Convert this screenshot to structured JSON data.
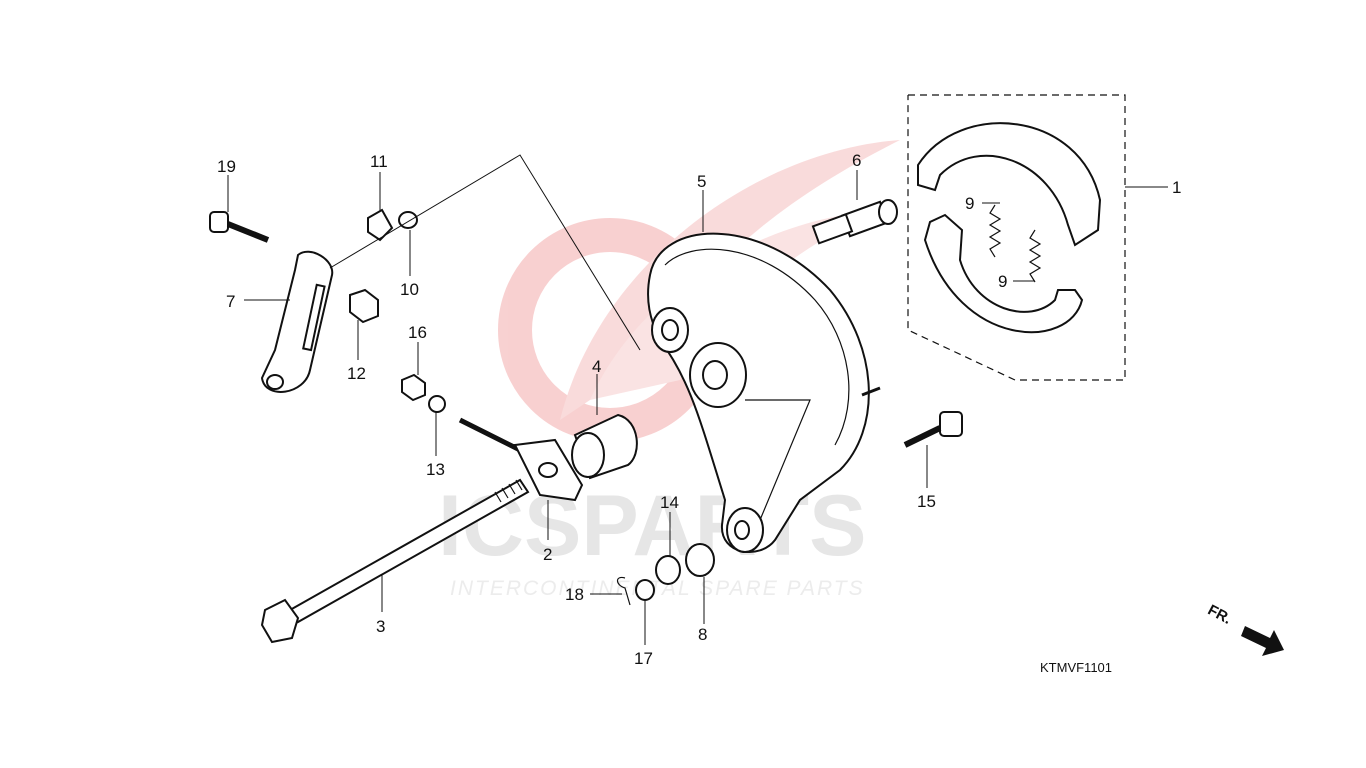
{
  "watermark": {
    "brand": "ICSPARTS",
    "tagline": "INTERCONTINENTAL SPARE PARTS"
  },
  "diagram_code": "KTMVF1101",
  "direction_label": "FR.",
  "callouts": {
    "c1": "1",
    "c2": "2",
    "c3": "3",
    "c4": "4",
    "c5": "5",
    "c6": "6",
    "c7": "7",
    "c8": "8",
    "c9a": "9",
    "c9b": "9",
    "c10": "10",
    "c11": "11",
    "c12": "12",
    "c13": "13",
    "c14": "14",
    "c15": "15",
    "c16": "16",
    "c17": "17",
    "c18": "18",
    "c19": "19"
  }
}
